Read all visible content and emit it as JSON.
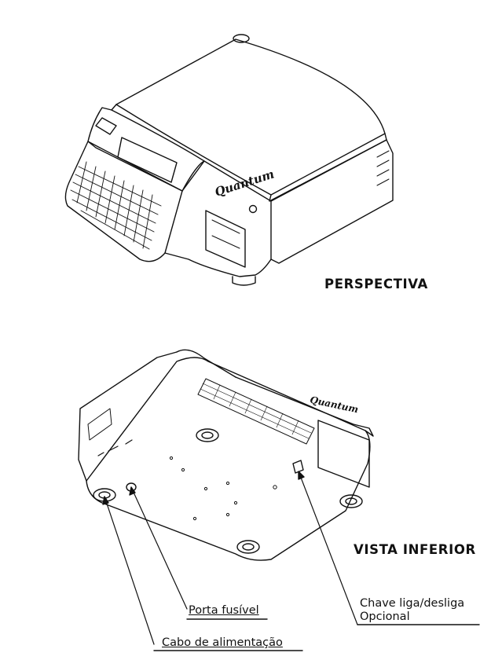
{
  "views": {
    "perspective_title": "PERSPECTIVA",
    "bottom_title": "VISTA INFERIOR"
  },
  "brand": {
    "name": "Quantum"
  },
  "callouts": {
    "fuse_port": "Porta fusível",
    "power_cable": "Cabo de alimentação",
    "switch_line1": "Chave liga/desliga",
    "switch_line2": "Opcional"
  }
}
